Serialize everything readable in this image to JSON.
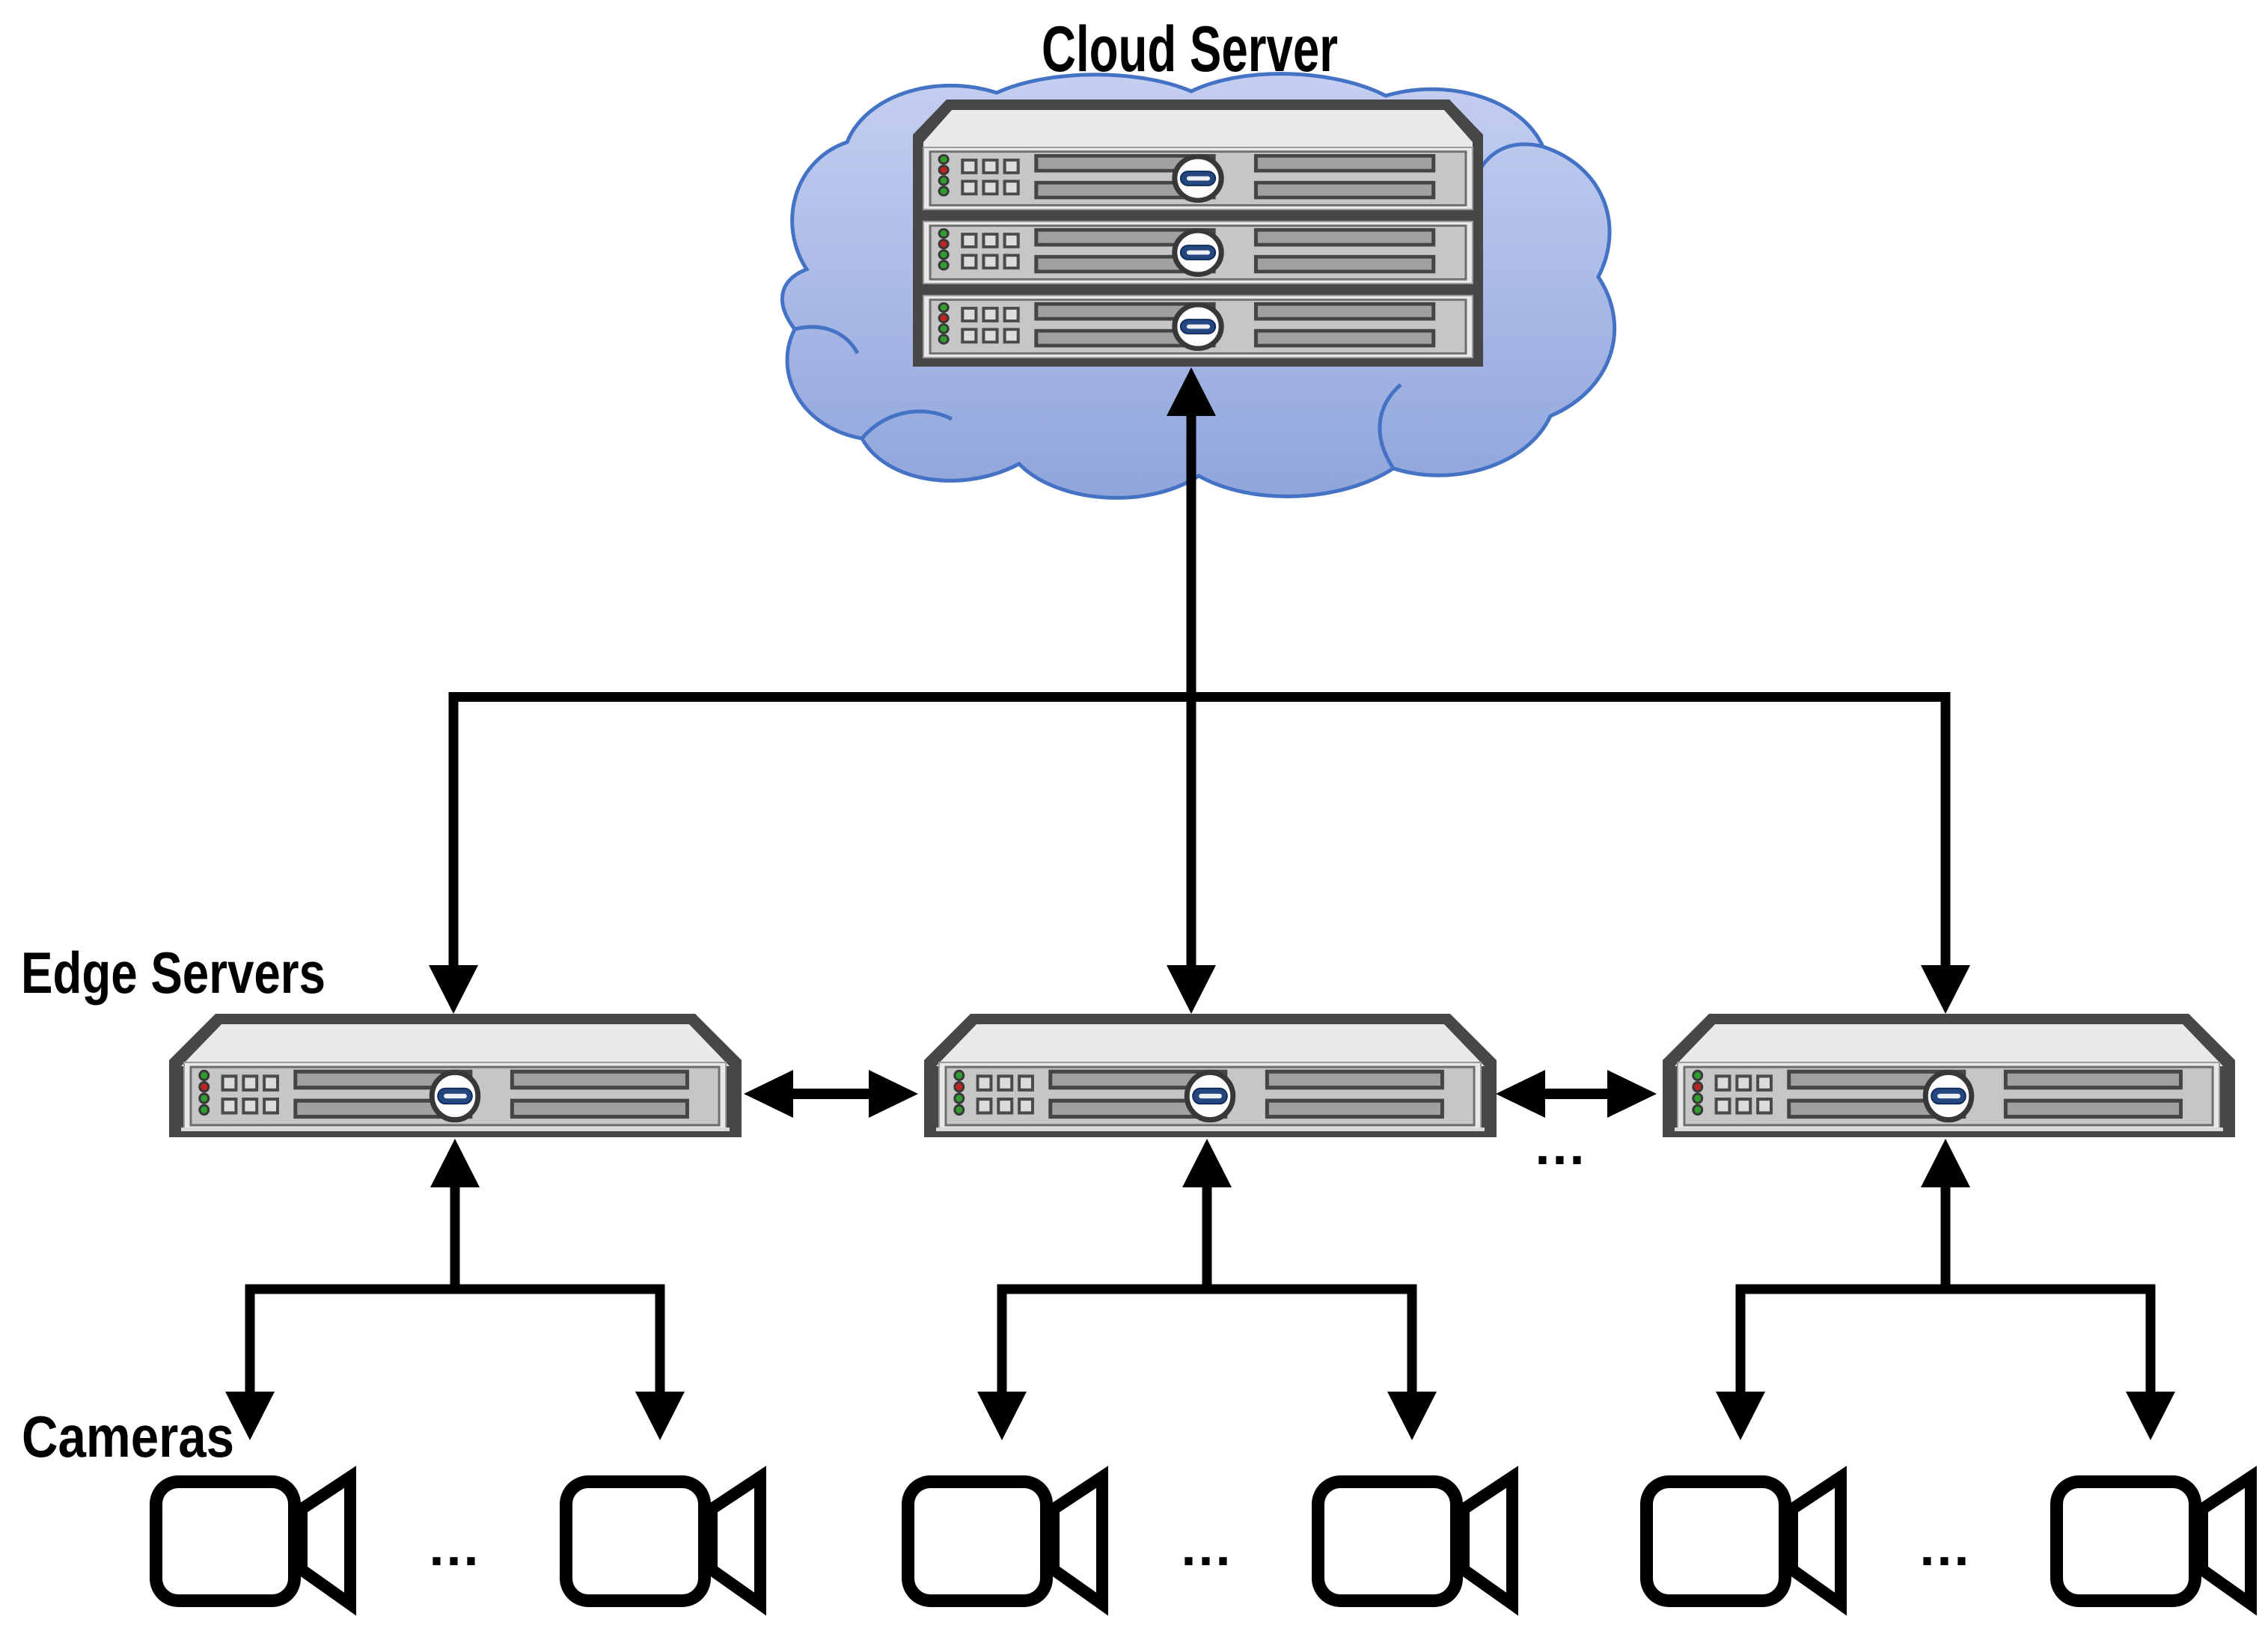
{
  "diagram": {
    "cloud_server": {
      "label": "Cloud Server",
      "rack_units": 3
    },
    "edge_servers": {
      "label": "Edge Servers",
      "visible_count": 3,
      "ellipsis": "..."
    },
    "cameras": {
      "label": "Cameras",
      "groups": 3,
      "visible_per_group": 2,
      "ellipsis": "..."
    },
    "colors": {
      "cloud_fill_top": "#c5cff1",
      "cloud_fill_bottom": "#90a5dc",
      "cloud_stroke": "#4472c4",
      "server_border": "#474747",
      "server_face": "#e9e9e9",
      "server_panel": "#c6c6c6",
      "slot_gray": "#a0a0a0",
      "power_button_blue": "#24477f",
      "led_green": "#2f9e2f",
      "led_red": "#bf2222",
      "connector_black": "#000000"
    }
  }
}
